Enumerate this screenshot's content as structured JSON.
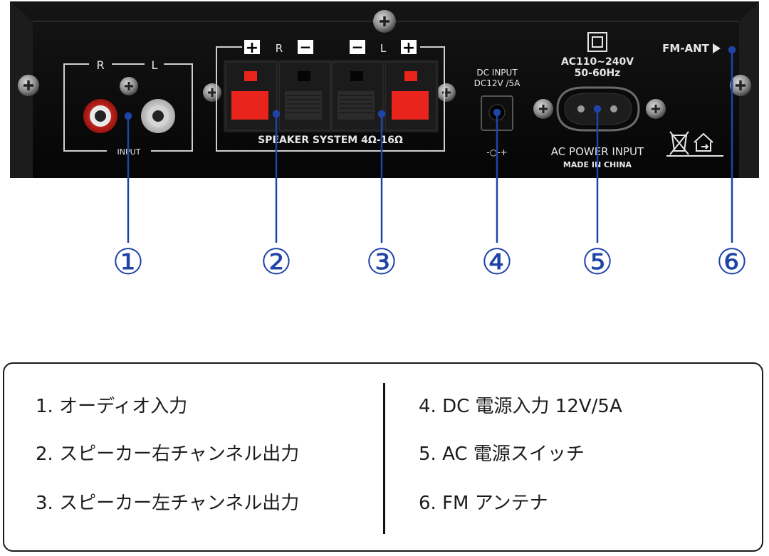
{
  "panel": {
    "input_group": {
      "label_r": "R",
      "label_l": "L",
      "title": "INPUT"
    },
    "speaker_group": {
      "plus": "+",
      "minus": "−",
      "label_r": "R",
      "label_l": "L",
      "title": "SPEAKER SYSTEM 4Ω-16Ω"
    },
    "dc_input": {
      "line1": "DC INPUT",
      "line2": "DC12V /5A",
      "polarity": "-○-+"
    },
    "ac_input": {
      "rating_line1": "AC110~240V",
      "rating_line2": "50-60Hz",
      "label": "AC POWER INPUT",
      "origin": "MADE IN CHINA"
    },
    "fm_antenna": {
      "label": "FM-ANT"
    }
  },
  "callouts": [
    "①",
    "②",
    "③",
    "④",
    "⑤",
    "⑥"
  ],
  "legend": {
    "left": [
      "1. オーディオ入力",
      "2. スピーカー右チャンネル出力",
      "3. スピーカー左チャンネル出力"
    ],
    "right": [
      "4. DC 電源入力 12V/5A",
      "5. AC 電源スイッチ",
      "6. FM アンテナ"
    ]
  },
  "colors": {
    "panel": "#0b0b0b",
    "panel_text": "#e6e6e6",
    "callout": "#1f44a8",
    "terminal_red": "#e8241c",
    "rca_red": "#d91f1f",
    "rca_white": "#eeeeee"
  }
}
